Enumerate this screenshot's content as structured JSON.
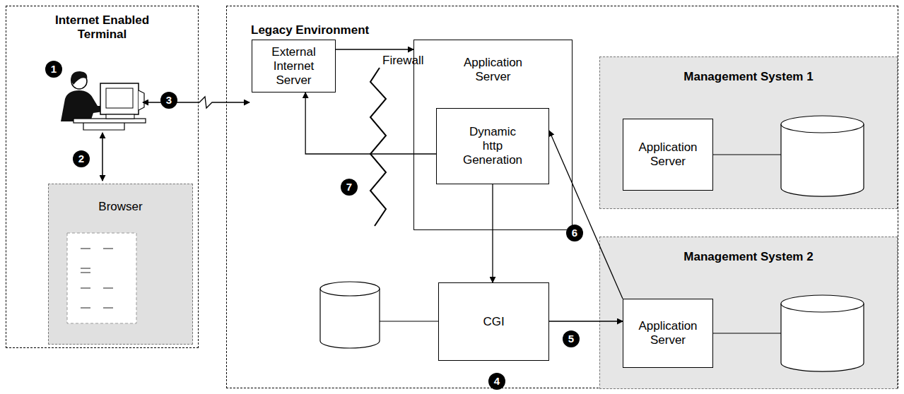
{
  "diagram": {
    "nodes": [
      {
        "text": [
          "Internet Enabled Terminal"
        ]
      },
      {
        "text": [
          "Browser"
        ],
        "in": 0
      },
      {
        "text": [
          "Legacy Environment"
        ]
      },
      {
        "text": [
          "External Internet Server"
        ],
        "in": 2
      },
      {
        "text": [
          "Application Server"
        ],
        "in": 2
      },
      {
        "text": [
          "Dynamic http Generation"
        ],
        "in": 4
      },
      {
        "text": [
          "Management System 1"
        ],
        "in": 2
      },
      {
        "text": [
          "Application Server"
        ],
        "in": 6
      },
      {
        "text": [
          "Management System 2"
        ],
        "in": 2
      },
      {
        "text": [
          "Application Server"
        ],
        "in": 8
      },
      {
        "text": [
          "CGI"
        ],
        "in": 2
      }
    ],
    "edges": [
      {
        "from": 3,
        "to": 4,
        "arrow": "to"
      },
      {
        "from": 5,
        "to": 3,
        "arrow": "to"
      },
      {
        "from": 5,
        "to": 10,
        "arrow": "to"
      },
      {
        "from": 10,
        "to": 9,
        "arrow": "to"
      },
      {
        "from": 9,
        "to": 5,
        "arrow": "to"
      }
    ],
    "labels": [
      "1",
      "2",
      "3",
      "4",
      "5",
      "6",
      "7",
      "Firewall"
    ]
  }
}
